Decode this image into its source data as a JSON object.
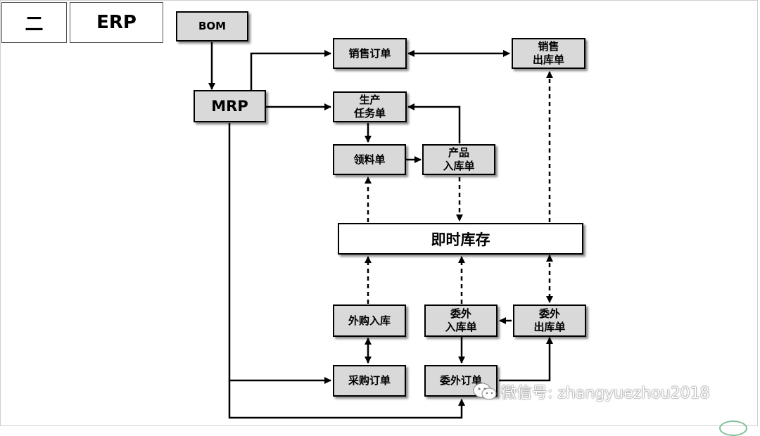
{
  "header": {
    "section_number": "二",
    "title": "ERP"
  },
  "nodes": {
    "bom": "BOM",
    "mrp": "MRP",
    "sales_order": "销售订单",
    "sales_outbound": "销售\n出库单",
    "production_task": "生产\n任务单",
    "material_requisition": "领料单",
    "product_inbound": "产品\n入库单",
    "inventory": "即时库存",
    "purchase_inbound": "外购入库",
    "outsource_inbound": "委外\n入库单",
    "outsource_outbound": "委外\n出库单",
    "purchase_order": "采购订单",
    "outsource_order": "委外订单"
  },
  "watermark": {
    "text": "微信号: zhangyuezhou2018",
    "icon": "wechat-icon"
  }
}
